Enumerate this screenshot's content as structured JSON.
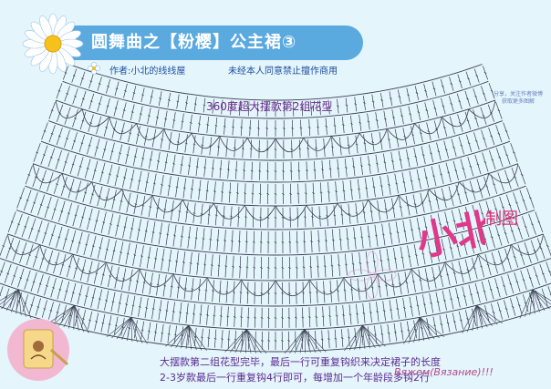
{
  "header": {
    "title": "圆舞曲之【粉樱】公主裙③",
    "author": "作者:小北的线线屋",
    "notice": "未经本人同意禁止擅作商用",
    "corner_note": "分享，关注作者微博获取更多图解"
  },
  "diagram": {
    "subtitle": "360度超大摆款第2组花型",
    "watermark_cn": "小北制图",
    "watermark_ru": "Вяжем(Вязание)!!!"
  },
  "footer": {
    "line1": "大摆款第二组花型完毕，最后一行可重复钩织来决定裙子的长度",
    "line2": "2-3岁款最后一行重复钩4行即可，每增加一个年龄段多钩2行"
  },
  "colors": {
    "background": "#e4f5fb",
    "title_bar": "#5aa9df",
    "ink": "#3a3f52",
    "accent_pink": "#d7347a",
    "text_purple": "#5b2c91"
  },
  "icons": [
    "daisy-icon",
    "bullet-flower-icon",
    "tag-photo-icon"
  ]
}
